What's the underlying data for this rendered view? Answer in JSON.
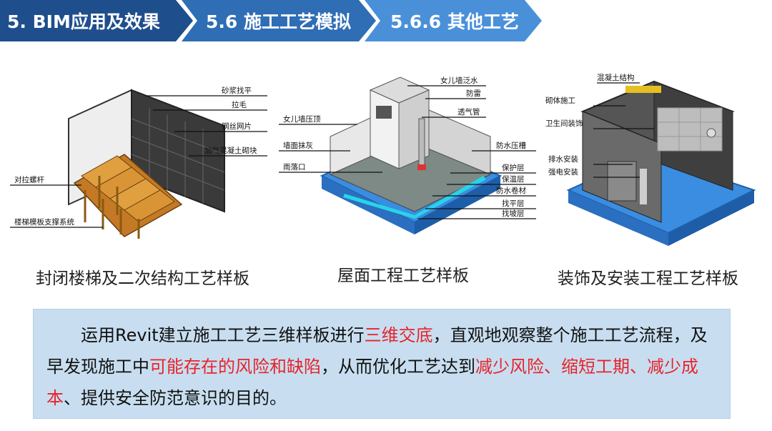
{
  "breadcrumb": {
    "level1": "5. BIM应用及效果",
    "level2": "5.6 施工工艺模拟",
    "level3": "5.6.6 其他工艺"
  },
  "panels": [
    {
      "caption": "封闭楼梯及二次结构工艺样板",
      "labels": [
        "砂浆找平",
        "拉毛",
        "钢丝网片",
        "加气混凝土砌块",
        "对拉螺杆",
        "楼梯模板支撑系统"
      ]
    },
    {
      "caption": "屋面工程工艺样板",
      "labels": [
        "女儿墙泛水",
        "防雷",
        "透气管",
        "女儿墙压顶",
        "墙面抹灰",
        "雨落口",
        "防水压槽",
        "保护层",
        "保温层",
        "防水卷材",
        "找平层",
        "找坡层"
      ]
    },
    {
      "caption": "装饰及安装工程工艺样板",
      "labels": [
        "混凝土结构",
        "砌体施工",
        "卫生间装饰",
        "排水安装",
        "强电安装"
      ]
    }
  ],
  "description": {
    "p1": "运用Revit建立施工工艺三维样板进行",
    "r1": "三维交底",
    "p2": "，直观地观察整个施工工艺流程，及早发现施工中",
    "r2": "可能存在的风险和缺陷",
    "p3": "，从而优化工艺达到",
    "r3": "减少风险、缩短工期、减少成本",
    "p4": "、提供安全防范意识的目的。"
  },
  "colors": {
    "crumb1": "#1f4e8c",
    "crumb2": "#2f6db5",
    "crumb3": "#4a90d9",
    "highlight": "#e8232a",
    "box": "#c8def0"
  }
}
